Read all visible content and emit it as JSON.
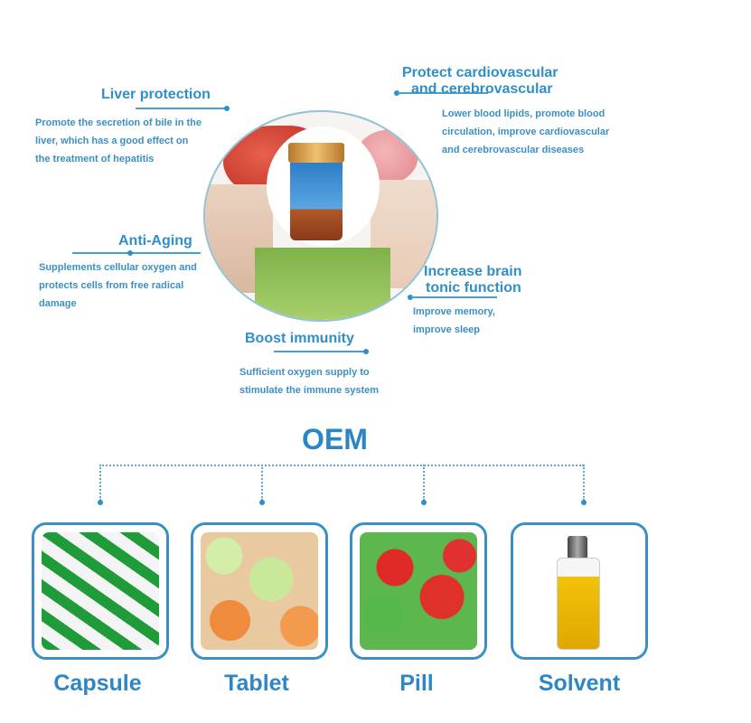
{
  "benefits": {
    "liver": {
      "title": "Liver protection",
      "lines": [
        "Promote the secretion of bile in the",
        "liver, which has a good effect on",
        "the treatment of hepatitis"
      ]
    },
    "cardio": {
      "title_lines": [
        "Protect cardiovascular",
        "and cerebrovascular"
      ],
      "lines": [
        "Lower blood lipids, promote blood",
        "circulation, improve cardiovascular",
        "and cerebrovascular diseases"
      ]
    },
    "aging": {
      "title": "Anti-Aging",
      "lines": [
        "Supplements cellular oxygen and",
        "protects cells from free radical",
        "damage"
      ]
    },
    "brain": {
      "title_lines": [
        "Increase brain",
        "tonic function"
      ],
      "lines": [
        "Improve memory,",
        "improve sleep"
      ]
    },
    "immunity": {
      "title": "Boost immunity",
      "lines": [
        "Sufficient oxygen supply to",
        "stimulate the immune system"
      ]
    }
  },
  "oem": {
    "title": "OEM",
    "forms": [
      {
        "label": "Capsule"
      },
      {
        "label": "Tablet"
      },
      {
        "label": "Pill"
      },
      {
        "label": "Solvent"
      }
    ]
  },
  "colors": {
    "accent": "#2f8fc6",
    "border": "#3a8fc4"
  }
}
